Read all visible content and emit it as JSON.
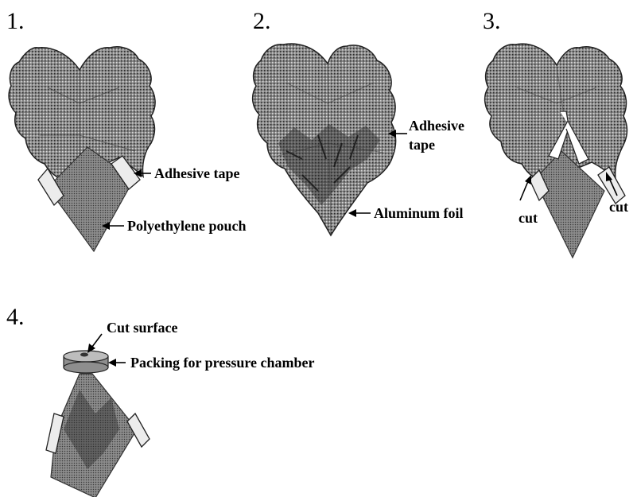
{
  "steps": [
    {
      "number": "1.",
      "labels": {
        "tape": "Adhesive tape",
        "pouch": "Polyethylene pouch"
      }
    },
    {
      "number": "2.",
      "labels": {
        "tape_line1": "Adhesive",
        "tape_line2": "tape",
        "foil": "Aluminum foil"
      }
    },
    {
      "number": "3.",
      "labels": {
        "cut_left": "cut",
        "cut_right": "cut"
      }
    },
    {
      "number": "4.",
      "labels": {
        "cut_surface": "Cut surface",
        "packing": "Packing for pressure chamber"
      }
    }
  ]
}
